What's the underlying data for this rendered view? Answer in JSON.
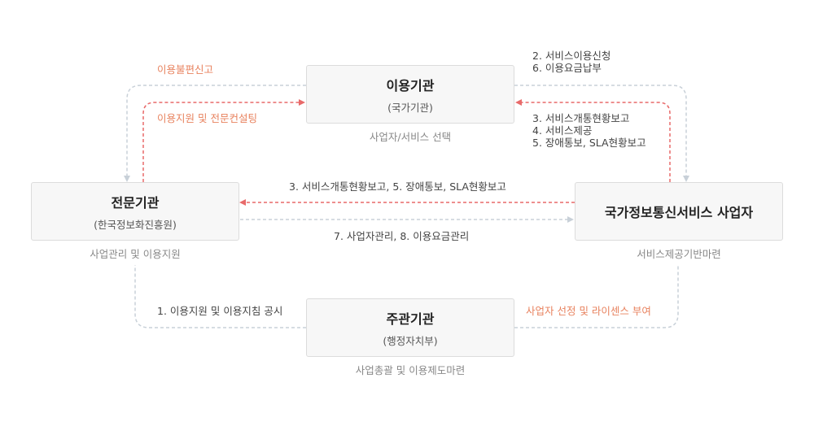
{
  "nodes": {
    "user_org": {
      "title": "이용기관",
      "sub": "(국가기관)",
      "caption": "사업자/서비스 선택"
    },
    "expert_org": {
      "title": "전문기관",
      "sub": "(한국정보화진흥원)",
      "caption": "사업관리 및 이용지원"
    },
    "provider": {
      "title": "국가정보통신서비스 사업자",
      "caption": "서비스제공기반마련"
    },
    "supervisor": {
      "title": "주관기관",
      "sub": "(행정자치부)",
      "caption": "사업총괄 및 이용제도마련"
    }
  },
  "labels": {
    "complaint": "이용불편신고",
    "consulting": "이용지원 및 전문컨설팅",
    "request_1": "2. 서비스이용신청",
    "request_2": "6. 이용요금납부",
    "provide_1": "3. 서비스개통현황보고",
    "provide_2": "4. 서비스제공",
    "provide_3": "5. 장애통보, SLA현황보고",
    "report_to_expert": "3. 서비스개통현황보고,  5. 장애통보,  SLA현황보고",
    "manage_provider": "7. 사업자관리,  8. 이용요금관리",
    "support_guidelines": "1. 이용지원 및 이용지침 공시",
    "license": "사업자 선정 및 라이센스 부여"
  },
  "colors": {
    "red_dashed": "#e86a6a",
    "gray_dashed": "#c8d0d8",
    "orange_text": "#e8825e"
  }
}
